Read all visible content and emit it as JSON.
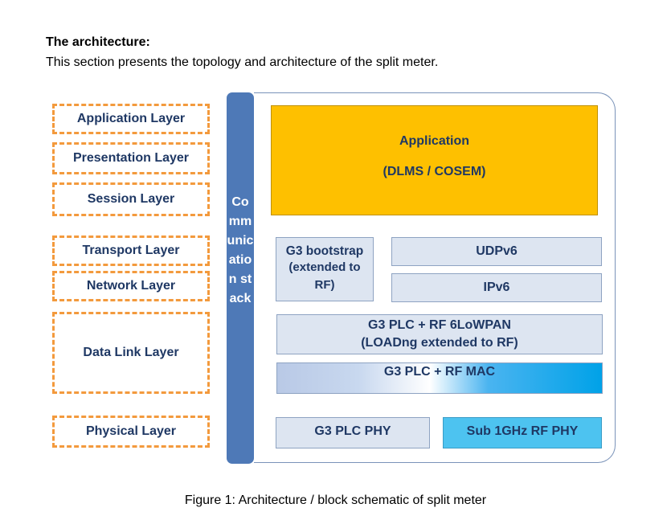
{
  "heading": {
    "title": "The architecture:",
    "subtitle": "This section presents the topology and architecture of the split meter."
  },
  "osi_layers": {
    "application": "Application Layer",
    "presentation": "Presentation Layer",
    "session": "Session Layer",
    "transport": "Transport Layer",
    "network": "Network Layer",
    "data_link": "Data Link Layer",
    "physical": "Physical Layer"
  },
  "comm_stack": {
    "label": "Communication stack"
  },
  "stack": {
    "application": {
      "line1": "Application",
      "line2": "(DLMS / COSEM)"
    },
    "g3_bootstrap": {
      "line1": "G3 bootstrap",
      "line2": "(extended to RF)"
    },
    "udpv6": "UDPv6",
    "ipv6": "IPv6",
    "sixlowpan": {
      "line1": "G3 PLC + RF 6LoWPAN",
      "line2": "(LOADng extended to RF)"
    },
    "mac": "G3 PLC + RF MAC",
    "plc_phy": "G3 PLC PHY",
    "rf_phy": "Sub 1GHz RF PHY"
  },
  "colors": {
    "osi_border": "#f39a3d",
    "text_blue": "#1f3864",
    "comm_bar": "#4e79b7",
    "application_fill": "#fec000",
    "layer_fill": "#dde5f1",
    "rf_phy_fill": "#4dc3f0"
  },
  "caption": "Figure 1: Architecture / block schematic of split meter"
}
